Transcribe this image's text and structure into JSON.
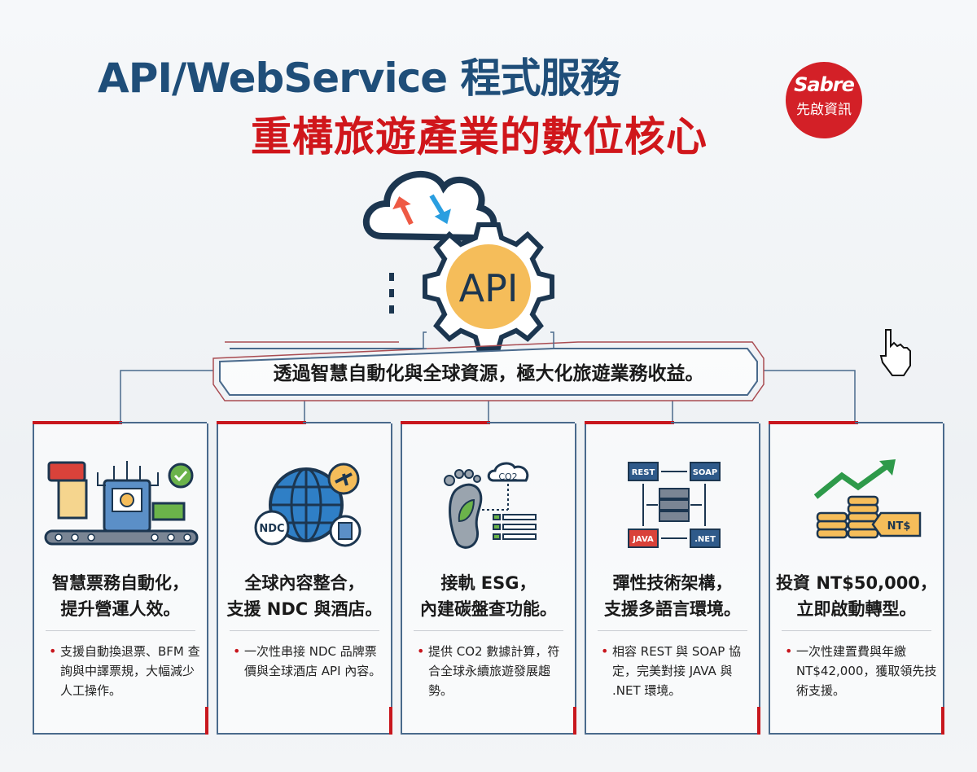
{
  "header": {
    "title": "API/WebService 程式服務",
    "subtitle": "重構旅遊產業的數位核心"
  },
  "logo": {
    "brand": "Sabre",
    "name": "先啟資訊"
  },
  "hub": {
    "label": "API",
    "banner": "透過智慧自動化與全球資源，極大化旅遊業務收益。"
  },
  "cards": [
    {
      "title1": "智慧票務自動化，",
      "title2": "提升營運人效。",
      "desc": "支援自動換退票、BFM 查詢與中譯票規，大幅減少人工操作。",
      "icon": "ticket-automation-icon"
    },
    {
      "title1": "全球內容整合，",
      "title2": "支援 NDC 與酒店。",
      "desc": "一次性串接 NDC 品牌票價與全球酒店 API 內容。",
      "icon": "globe-icon",
      "icon_text": "NDC"
    },
    {
      "title1": "接軌 ESG，",
      "title2": "內建碳盤查功能。",
      "desc": "提供 CO2 數據計算，符合全球永續旅遊發展趨勢。",
      "icon": "footprint-icon",
      "icon_text": "CO2"
    },
    {
      "title1": "彈性技術架構，",
      "title2": "支援多語言環境。",
      "desc": "相容 REST 與 SOAP 協定，完美對接 JAVA 與 .NET 環境。",
      "icon": "architecture-icon",
      "icon_labels": [
        "REST",
        "SOAP",
        "JAVA",
        ".NET"
      ]
    },
    {
      "title1": "投資 NT$50,000，",
      "title2": "立即啟動轉型。",
      "desc": "一次性建置費與年繳 NT$42,000，獲取領先技術支援。",
      "icon": "coins-growth-icon",
      "icon_text": "NT$"
    }
  ],
  "colors": {
    "navy": "#1f4e79",
    "red": "#d0161b",
    "gold": "#f5bd5a",
    "outline": "#1c3650"
  }
}
